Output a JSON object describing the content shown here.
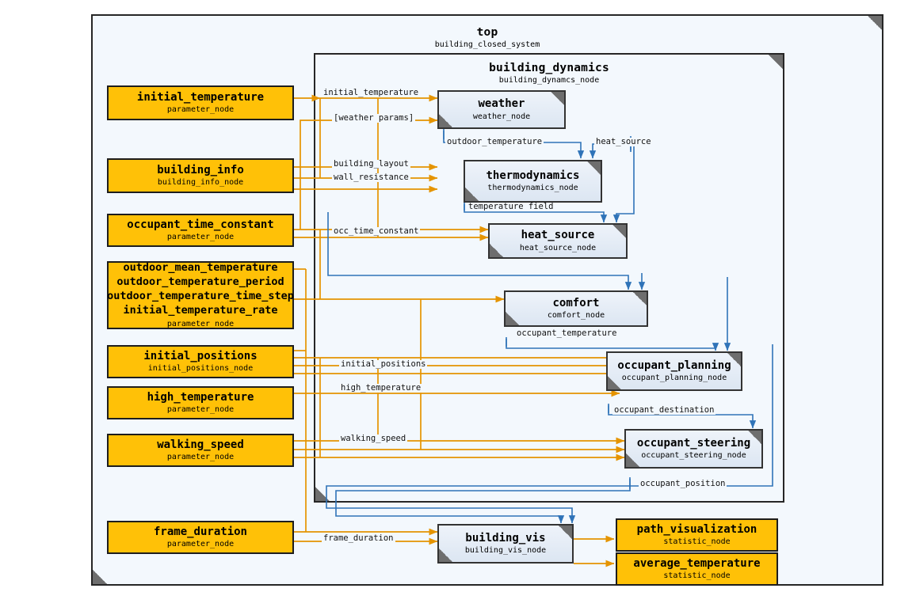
{
  "diagram": {
    "type": "node-graph",
    "title": "top",
    "subtitle": "building_closed_system",
    "colors": {
      "parameter_fill": "#ffc107",
      "process_fill": "#dce6f2",
      "canvas_fill": "#f3f8fd",
      "data_edge": "#e59400",
      "signal_edge": "#2f73b8",
      "border": "#262626"
    }
  },
  "containers": [
    {
      "id": "top",
      "title": "top",
      "subtitle": "building_closed_system"
    },
    {
      "id": "building_dynamics",
      "title": "building_dynamics",
      "subtitle": "building_dynamcs_node"
    }
  ],
  "nodes": [
    {
      "id": "initial_temperature",
      "title": "initial_temperature",
      "subtitle": "parameter_node",
      "kind": "parameter"
    },
    {
      "id": "building_info",
      "title": "building_info",
      "subtitle": "building_info_node",
      "kind": "parameter"
    },
    {
      "id": "occupant_time_constant",
      "title": "occupant_time_constant",
      "subtitle": "parameter_node",
      "kind": "parameter"
    },
    {
      "id": "outdoor_params",
      "title_lines": [
        "outdoor_mean_temperature",
        "outdoor_temperature_period",
        "outdoor_temperature_time_step",
        "initial_temperature_rate"
      ],
      "subtitle": "parameter_node",
      "kind": "parameter"
    },
    {
      "id": "initial_positions",
      "title": "initial_positions",
      "subtitle": "initial_positions_node",
      "kind": "parameter"
    },
    {
      "id": "high_temperature",
      "title": "high_temperature",
      "subtitle": "parameter_node",
      "kind": "parameter"
    },
    {
      "id": "walking_speed",
      "title": "walking_speed",
      "subtitle": "parameter_node",
      "kind": "parameter"
    },
    {
      "id": "frame_duration",
      "title": "frame_duration",
      "subtitle": "parameter_node",
      "kind": "parameter"
    },
    {
      "id": "weather",
      "title": "weather",
      "subtitle": "weather_node",
      "kind": "process"
    },
    {
      "id": "thermodynamics",
      "title": "thermodynamics",
      "subtitle": "thermodynamics_node",
      "kind": "process"
    },
    {
      "id": "heat_source",
      "title": "heat_source",
      "subtitle": "heat_source_node",
      "kind": "process"
    },
    {
      "id": "comfort",
      "title": "comfort",
      "subtitle": "comfort_node",
      "kind": "process"
    },
    {
      "id": "occupant_planning",
      "title": "occupant_planning",
      "subtitle": "occupant_planning_node",
      "kind": "process"
    },
    {
      "id": "occupant_steering",
      "title": "occupant_steering",
      "subtitle": "occupant_steering_node",
      "kind": "process"
    },
    {
      "id": "building_vis",
      "title": "building_vis",
      "subtitle": "building_vis_node",
      "kind": "process"
    },
    {
      "id": "path_visualization",
      "title": "path_visualization",
      "subtitle": "statistic_node",
      "kind": "statistic"
    },
    {
      "id": "average_temperature",
      "title": "average_temperature",
      "subtitle": "statistic_node",
      "kind": "statistic"
    }
  ],
  "edge_labels": [
    {
      "id": "initial_temperature",
      "text": "initial_temperature"
    },
    {
      "id": "weather_params",
      "text": "[weather params]"
    },
    {
      "id": "building_layout",
      "text": "building_layout"
    },
    {
      "id": "wall_resistance",
      "text": "wall_resistance"
    },
    {
      "id": "outdoor_temperature",
      "text": "outdoor_temperature"
    },
    {
      "id": "heat_source",
      "text": "heat_source"
    },
    {
      "id": "temperature_field",
      "text": "temperature field"
    },
    {
      "id": "occ_time_constant",
      "text": "occ_time_constant"
    },
    {
      "id": "occupant_temperature",
      "text": "occupant_temperature"
    },
    {
      "id": "initial_positions",
      "text": "initial_positions"
    },
    {
      "id": "high_temperature",
      "text": "high_temperature"
    },
    {
      "id": "occupant_destination",
      "text": "occupant_destination"
    },
    {
      "id": "walking_speed",
      "text": "walking_speed"
    },
    {
      "id": "occupant_position",
      "text": "occupant_position"
    },
    {
      "id": "frame_duration",
      "text": "frame_duration"
    }
  ]
}
